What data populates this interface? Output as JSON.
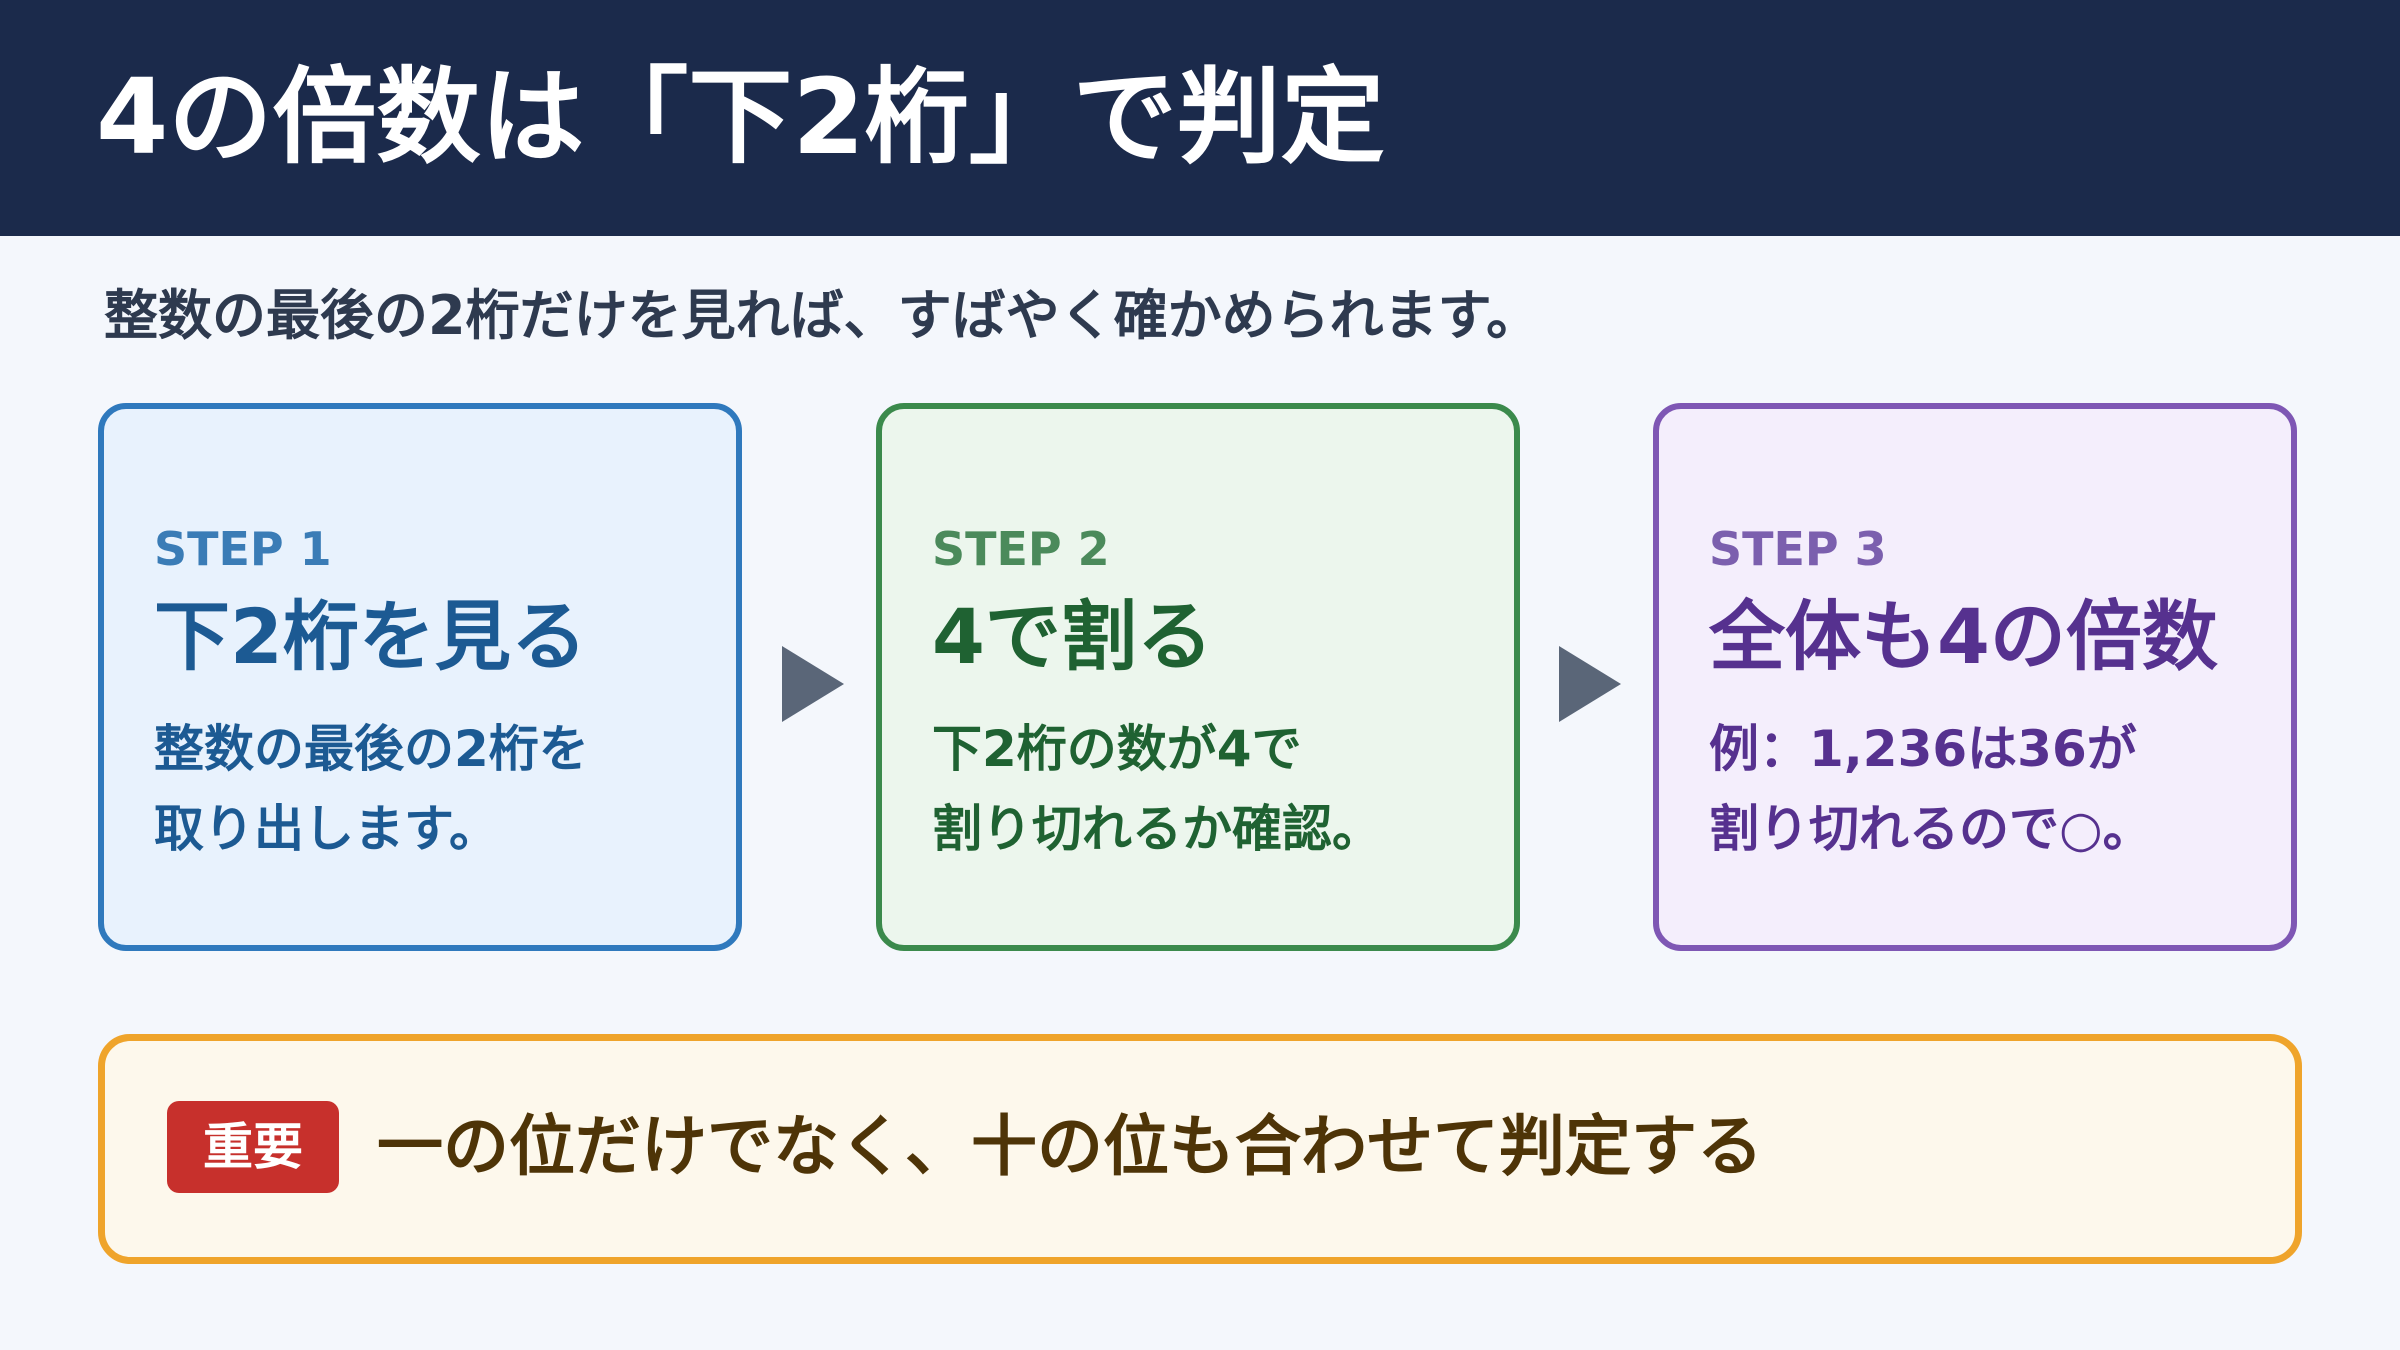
{
  "header": {
    "title": "4の倍数は「下2桁」で判定"
  },
  "subtitle": "整数の最後の2桁だけを見れば、すばやく確かめられます。",
  "steps": [
    {
      "label": "STEP 1",
      "title": "下2桁を見る",
      "desc": [
        "整数の最後の2桁を",
        "取り出します。"
      ],
      "color": "#2f79bd"
    },
    {
      "label": "STEP 2",
      "title": "4で割る",
      "desc": [
        "下2桁の数が4で",
        "割り切れるか確認。"
      ],
      "color": "#3b8a4c"
    },
    {
      "label": "STEP 3",
      "title": "全体も4の倍数",
      "desc": [
        "例：1,236は36が",
        "割り切れるので○。"
      ],
      "color": "#7e57b4"
    }
  ],
  "arrows": [
    {
      "icon": "arrow-right-icon"
    },
    {
      "icon": "arrow-right-icon"
    }
  ],
  "callout": {
    "badge": "重要",
    "text": "一の位だけでなく、十の位も合わせて判定する",
    "border_color": "#efa42b",
    "badge_color": "#c7302c"
  }
}
